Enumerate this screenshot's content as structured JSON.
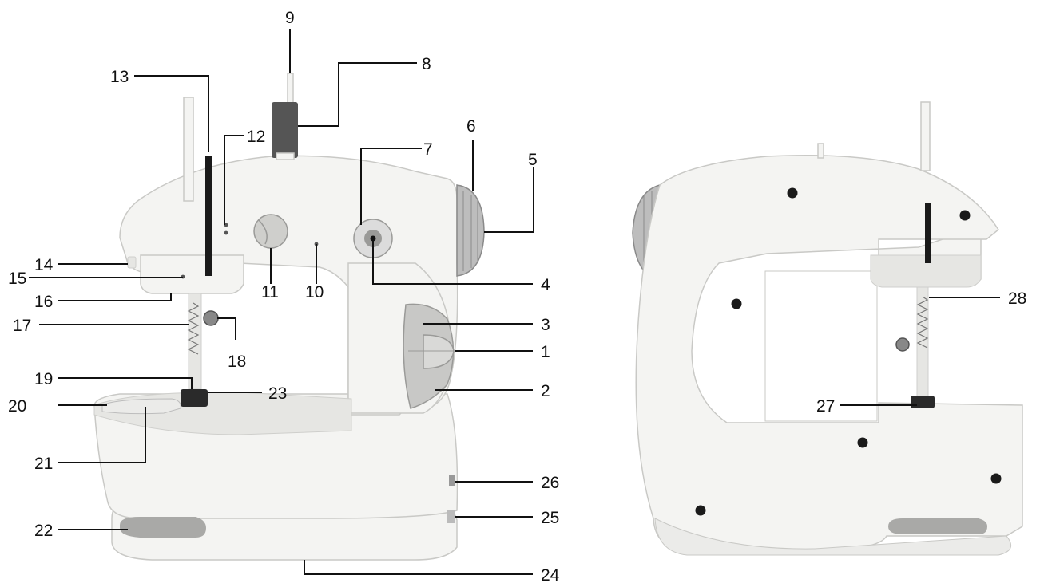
{
  "colors": {
    "machine_body": "#f4f4f2",
    "machine_shade": "#e6e6e3",
    "label_text": "#111111",
    "accent_dark": "#1a1a1a",
    "spool": "#555555",
    "wheel": "#bdbdbd"
  },
  "front_labels": [
    "1",
    "2",
    "3",
    "4",
    "5",
    "6",
    "7",
    "8",
    "9",
    "10",
    "11",
    "12",
    "13",
    "14",
    "15",
    "16",
    "17",
    "18",
    "19",
    "20",
    "21",
    "22",
    "23",
    "24",
    "25",
    "26"
  ],
  "side_labels": [
    "27",
    "28"
  ]
}
